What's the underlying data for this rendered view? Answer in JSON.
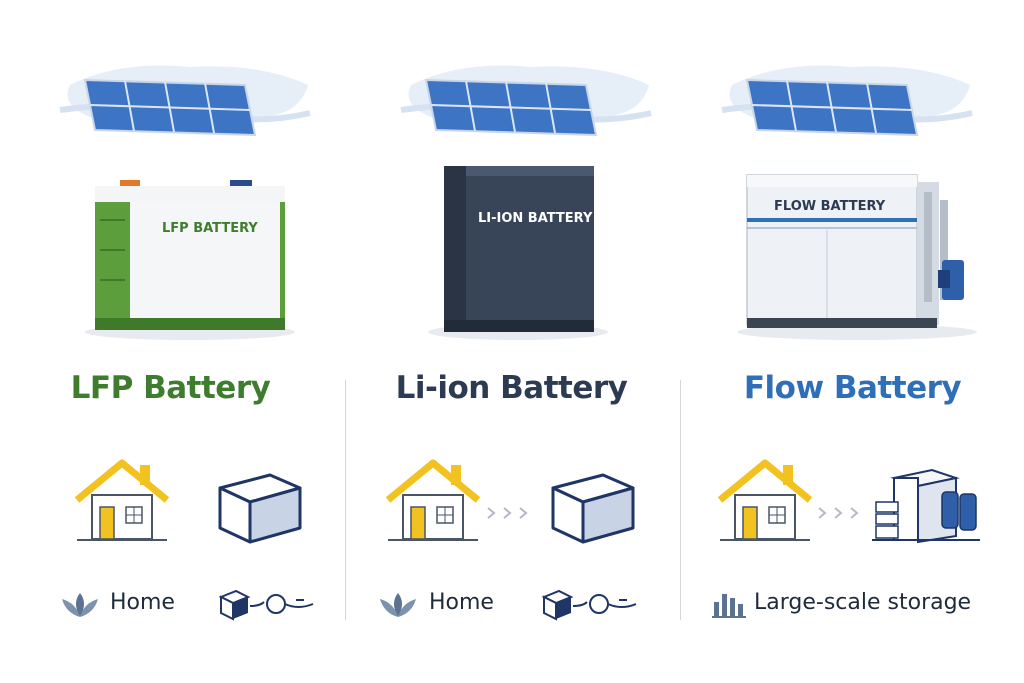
{
  "colors": {
    "lfp_green": "#3e7d2e",
    "liion_navy": "#2c3a52",
    "flow_blue": "#2f6fb8",
    "house_yellow": "#f2c320",
    "box_navy": "#1f3566"
  },
  "columns": [
    {
      "title": "LFP Battery",
      "battery_label": "LFP BATTERY",
      "use_label": "Home",
      "use_icon": "lotus-icon",
      "secondary_icon": "cube-plug-icon"
    },
    {
      "title": "Li-ion Battery",
      "battery_label": "LI-ION BATTERY",
      "use_label": "Home",
      "use_icon": "lotus-icon",
      "secondary_icon": "cube-plug-icon"
    },
    {
      "title": "Flow Battery",
      "battery_label": "FLOW BATTERY",
      "use_label": "Large-scale storage",
      "use_icon": "bar-chart-icon"
    }
  ]
}
